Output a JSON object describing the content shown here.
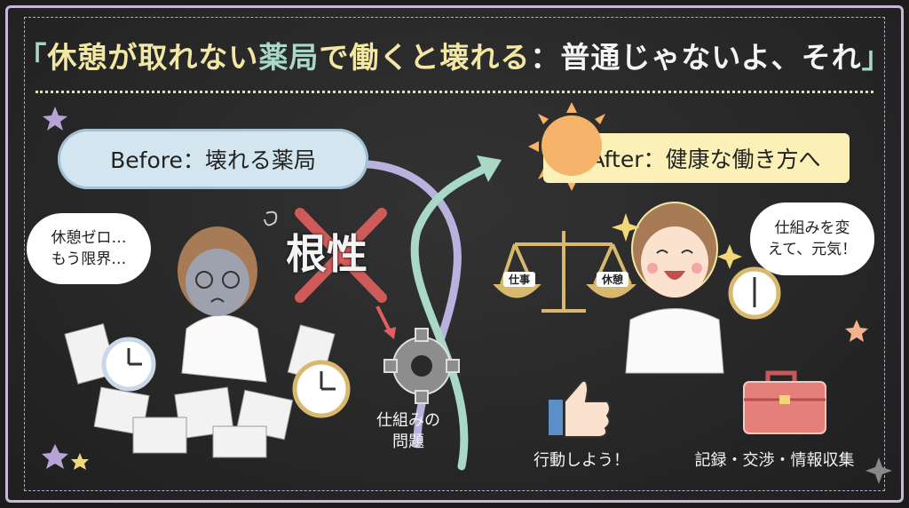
{
  "title": {
    "open_bracket": "「",
    "part1": "休憩が取れない",
    "part2": "薬局",
    "part3": "で働くと壊れる",
    "part4": "：普通じゃないよ、それ",
    "close_bracket": "」"
  },
  "before": {
    "label": "Before：壊れる薬局",
    "speech_line1": "休憩ゼロ…",
    "speech_line2": "もう限界…",
    "crossed_word": "根性",
    "problem_line1": "仕組みの",
    "problem_line2": "問題"
  },
  "after": {
    "label": "After：健康な働き方へ",
    "speech_line1": "仕組みを変",
    "speech_line2": "えて、元気！",
    "scale_left": "仕事",
    "scale_right": "休憩",
    "action_label": "行動しよう！",
    "tools_label": "記録・交渉・情報収集"
  },
  "colors": {
    "board": "#2a2a2a",
    "frame": "#c9b6d9",
    "title_yellow": "#f2e7a4",
    "title_green": "#a9d9c6",
    "cloud": "#d3e6f0",
    "after_box": "#fbf1b8",
    "cross_red": "#e0605e",
    "sun": "#f6b46a"
  }
}
